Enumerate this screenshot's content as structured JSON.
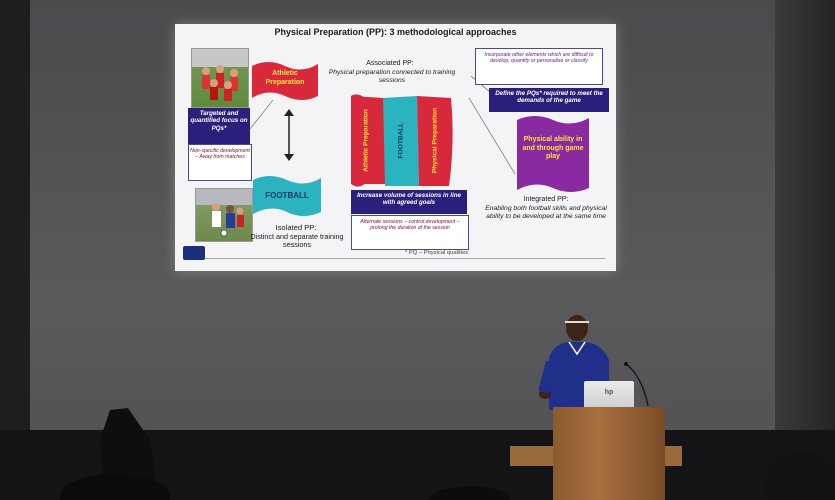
{
  "slide": {
    "title": "Physical Preparation (PP): 3 methodological approaches",
    "left": {
      "athletic": "Athletic Preparation",
      "targeted": "Targeted and quantified focus on PQs*",
      "non_specific": "Non-specific development – Away from matches",
      "football": "FOOTBALL",
      "isolated_title": "Isolated PP:",
      "isolated_desc": "Distinct and separate training sessions"
    },
    "middle": {
      "associated_title": "Associated PP:",
      "associated_desc": "Physical preparation connected to training sessions",
      "band1": "Athletic Preparation",
      "band2": "FOOTBALL",
      "band3": "Physical Preparation",
      "increase": "Increase volume of sessions in line with agreed goals",
      "alternate": "Alternate sessions – control development – prolong the duration of the session"
    },
    "right": {
      "incorporate": "Incorporate other elements which are difficult to develop, quantify or personalise or classify",
      "define": "Define the PQs* required to meet the demands of the game",
      "physical_ability": "Physical ability in and through game play",
      "integrated_title": "Integrated PP:",
      "integrated_desc": "Enabling both football skills and physical ability to be developed at the same time"
    },
    "footnote": "* PQ – Physical qualities",
    "colors": {
      "red": "#d8283c",
      "teal": "#2bb3c0",
      "purple": "#8a2aa0",
      "navy": "#2a1f7a",
      "yellow": "#ffe53a"
    }
  },
  "laptop": {
    "logo": "hp"
  }
}
